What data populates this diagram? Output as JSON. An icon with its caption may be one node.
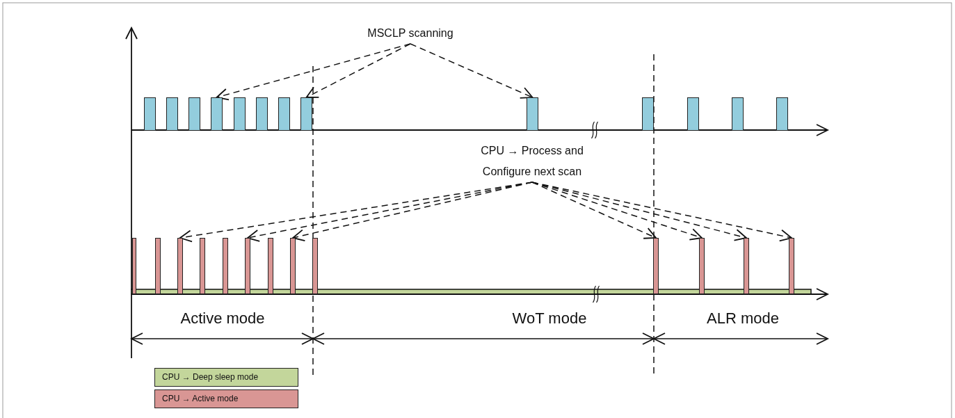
{
  "diagram": {
    "nodes": [
      {
        "text": [
          "MSCLP scanning"
        ]
      },
      {
        "text": [],
        "shape": "bar"
      },
      {
        "text": [],
        "shape": "bar"
      },
      {
        "text": [],
        "shape": "bar"
      },
      {
        "text": [],
        "shape": "bar"
      },
      {
        "text": [],
        "shape": "bar"
      },
      {
        "text": [],
        "shape": "bar"
      },
      {
        "text": [],
        "shape": "bar"
      },
      {
        "text": [],
        "shape": "bar"
      },
      {
        "text": [],
        "shape": "bar"
      },
      {
        "text": [],
        "shape": "bar"
      },
      {
        "text": [],
        "shape": "bar"
      },
      {
        "text": [],
        "shape": "bar"
      },
      {
        "text": [],
        "shape": "bar"
      },
      {
        "text": [
          "CPU → Process and Configure next scan"
        ]
      },
      {
        "text": [],
        "shape": "bar"
      },
      {
        "text": [],
        "shape": "bar"
      },
      {
        "text": [],
        "shape": "bar"
      },
      {
        "text": [],
        "shape": "bar"
      },
      {
        "text": [],
        "shape": "bar"
      },
      {
        "text": [],
        "shape": "bar"
      },
      {
        "text": [],
        "shape": "bar"
      },
      {
        "text": [],
        "shape": "bar"
      },
      {
        "text": [],
        "shape": "bar"
      },
      {
        "text": [],
        "shape": "bar"
      },
      {
        "text": [],
        "shape": "bar"
      },
      {
        "text": [],
        "shape": "bar"
      },
      {
        "text": [],
        "shape": "bar"
      }
    ],
    "edges": [
      {
        "from": 0,
        "to": 4,
        "arrow": "to",
        "style": "dashed"
      },
      {
        "from": 0,
        "to": 8,
        "arrow": "to",
        "style": "dashed"
      },
      {
        "from": 0,
        "to": 9,
        "arrow": "to",
        "style": "dashed"
      },
      {
        "from": 14,
        "to": 17,
        "arrow": "to",
        "style": "dashed"
      },
      {
        "from": 14,
        "to": 20,
        "arrow": "to",
        "style": "dashed"
      },
      {
        "from": 14,
        "to": 22,
        "arrow": "to",
        "style": "dashed"
      },
      {
        "from": 14,
        "to": 24,
        "arrow": "to",
        "style": "dashed"
      },
      {
        "from": 14,
        "to": 25,
        "arrow": "to",
        "style": "dashed"
      },
      {
        "from": 14,
        "to": 26,
        "arrow": "to",
        "style": "dashed"
      },
      {
        "from": 14,
        "to": 27,
        "arrow": "to",
        "style": "dashed"
      }
    ],
    "labels": [
      "Active mode",
      "WoT mode",
      "ALR mode"
    ],
    "legend": [
      {
        "text": "CPU → Deep sleep mode",
        "color": "#c3d69b"
      },
      {
        "text": "CPU → Active mode",
        "color": "#d99694"
      }
    ]
  }
}
